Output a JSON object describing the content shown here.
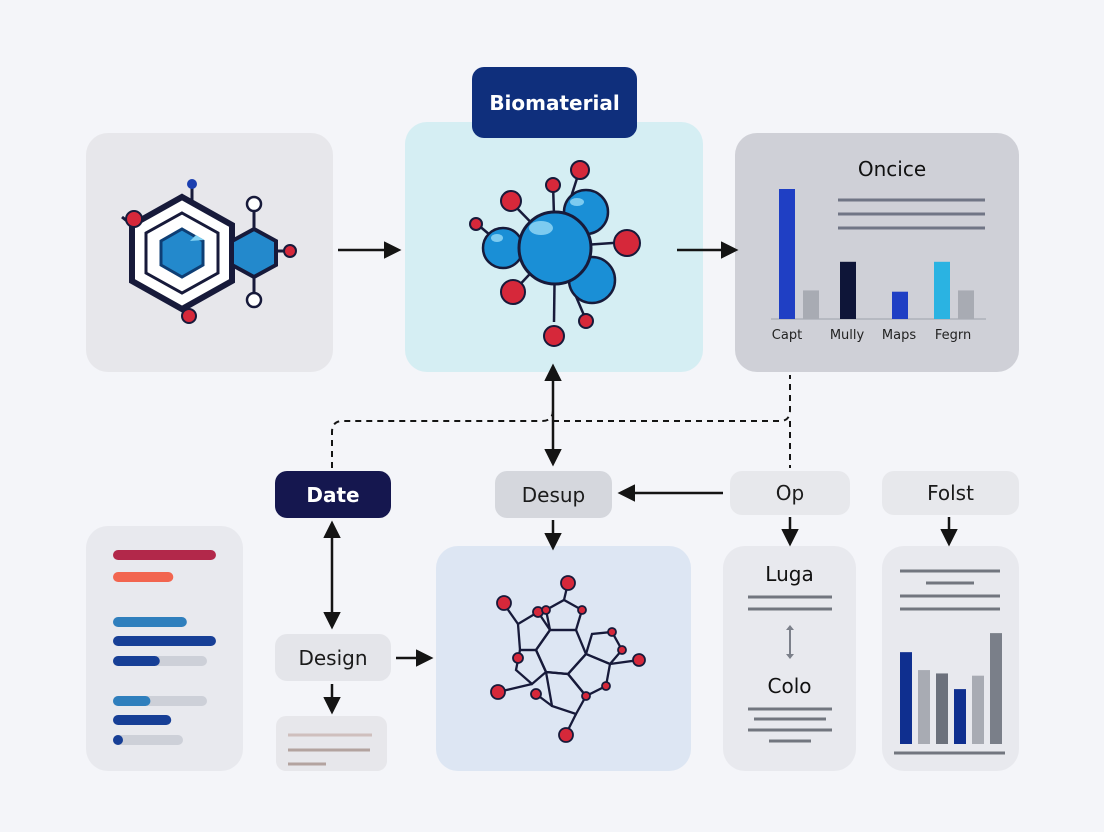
{
  "labels": {
    "biomaterial": "Biomaterial",
    "oncice": "Oncice",
    "date": "Date",
    "desup": "Desup",
    "op": "Op",
    "folst": "Folst",
    "design": "Design",
    "luga": "Luga",
    "colo": "Colo"
  },
  "chart_data": {
    "type": "bar",
    "title": "Oncice",
    "categories": [
      "Capt",
      "Mully",
      "Maps",
      "Fegrn"
    ],
    "series": [
      {
        "values": [
          100,
          44,
          21,
          44
        ]
      },
      {
        "values": [
          22,
          0,
          0,
          22
        ]
      }
    ]
  },
  "mini_chart": {
    "type": "bar",
    "values": [
      0.82,
      0.66,
      0.63,
      0.49,
      0.61,
      0.99
    ]
  },
  "list_bars": [
    {
      "fill": 0.99,
      "color": "#b2284a",
      "track": false
    },
    {
      "fill": 0.58,
      "color": "#f2654f",
      "track": false
    },
    {
      "fill": 0.71,
      "color": "#2f7fbd",
      "track": false
    },
    {
      "fill": 0.99,
      "color": "#173f96",
      "track": false
    },
    {
      "fill": 0.45,
      "color": "#173f96",
      "track": true
    },
    {
      "fill": 0.36,
      "color": "#2f7fbd",
      "track": true
    },
    {
      "fill": 0.56,
      "color": "#173f96",
      "track": false
    },
    {
      "fill": 0.08,
      "color": "#173f96",
      "track": true
    }
  ],
  "colors": {
    "navy": "#0f2f7c",
    "dark_navy": "#15174f",
    "accent_blue": "#1a8fd6",
    "red": "#d6283a",
    "bar_blue": "#1f3fc4",
    "bar_dark": "#0e1538",
    "bar_cyan": "#2ab3e2",
    "bar_gray": "#a8abb3"
  }
}
